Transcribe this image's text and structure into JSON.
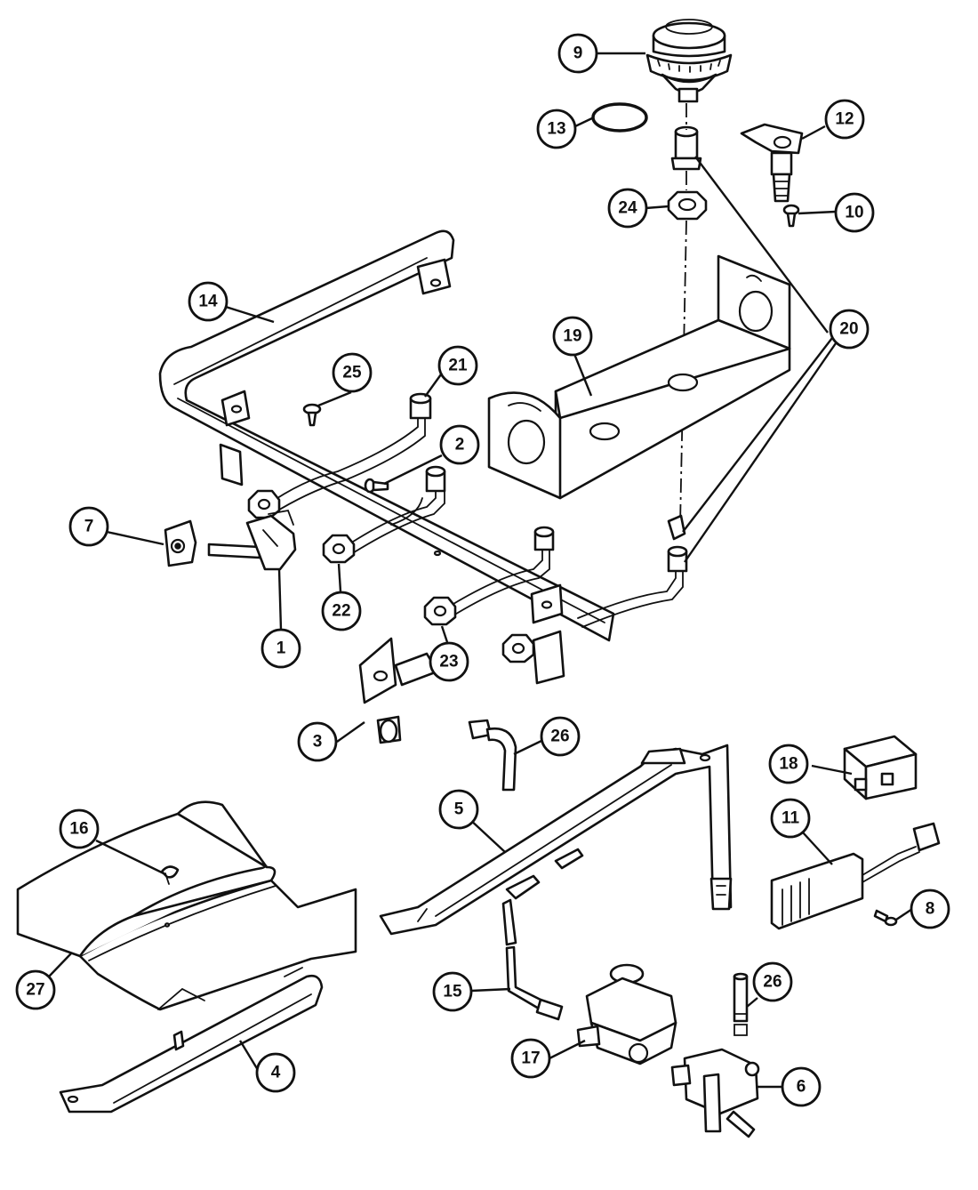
{
  "diagram": {
    "callouts": [
      {
        "id": "c1",
        "label": "1"
      },
      {
        "id": "c2",
        "label": "2"
      },
      {
        "id": "c3",
        "label": "3"
      },
      {
        "id": "c4",
        "label": "4"
      },
      {
        "id": "c5",
        "label": "5"
      },
      {
        "id": "c6",
        "label": "6"
      },
      {
        "id": "c7",
        "label": "7"
      },
      {
        "id": "c8",
        "label": "8"
      },
      {
        "id": "c9",
        "label": "9"
      },
      {
        "id": "c10",
        "label": "10"
      },
      {
        "id": "c11",
        "label": "11"
      },
      {
        "id": "c12",
        "label": "12"
      },
      {
        "id": "c13",
        "label": "13"
      },
      {
        "id": "c14",
        "label": "14"
      },
      {
        "id": "c15",
        "label": "15"
      },
      {
        "id": "c16",
        "label": "16"
      },
      {
        "id": "c17",
        "label": "17"
      },
      {
        "id": "c18",
        "label": "18"
      },
      {
        "id": "c19",
        "label": "19"
      },
      {
        "id": "c20",
        "label": "20"
      },
      {
        "id": "c21",
        "label": "21"
      },
      {
        "id": "c22",
        "label": "22"
      },
      {
        "id": "c23",
        "label": "23"
      },
      {
        "id": "c24",
        "label": "24"
      },
      {
        "id": "c25",
        "label": "25"
      },
      {
        "id": "c26a",
        "label": "26"
      },
      {
        "id": "c26b",
        "label": "26"
      },
      {
        "id": "c27",
        "label": "27"
      }
    ]
  }
}
